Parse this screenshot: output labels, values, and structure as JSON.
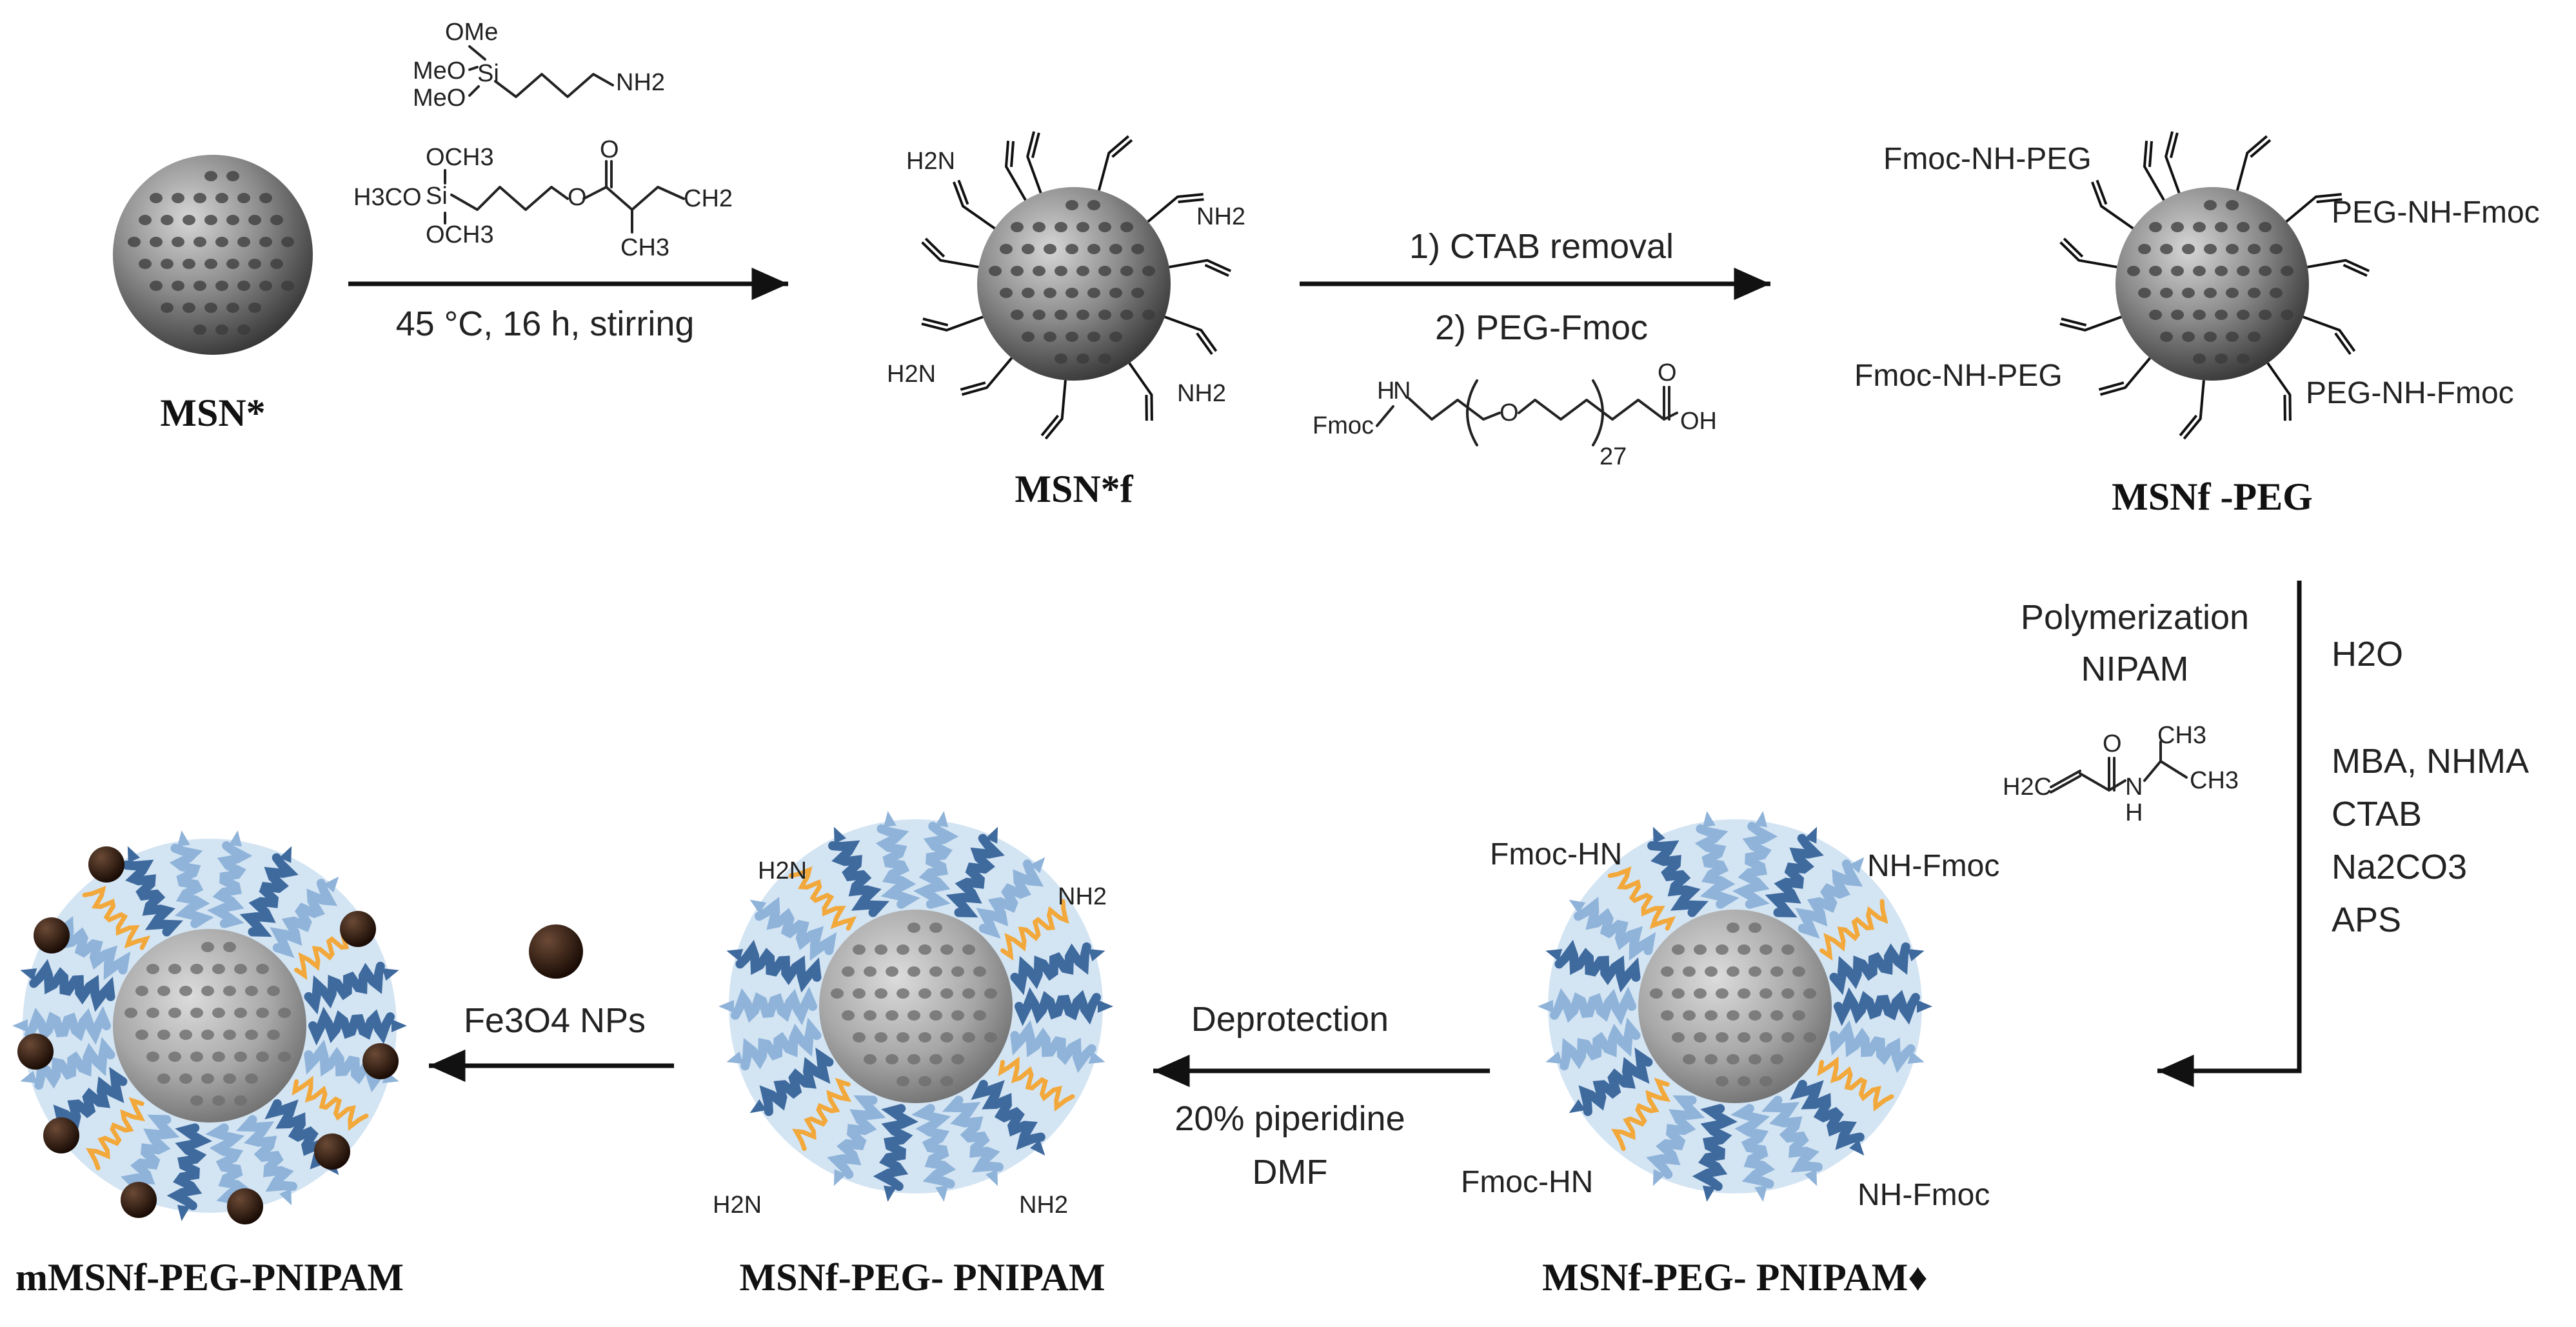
{
  "labels": {
    "msn": "MSN*",
    "msnf": "MSN*f",
    "msnf_peg": "MSNf -PEG",
    "msnf_peg_pnipam_prot": "MSNf-PEG- PNIPAM♦",
    "msnf_peg_pnipam": "MSNf-PEG- PNIPAM",
    "mmsnf_peg_pnipam": "mMSNf-PEG-PNIPAM"
  },
  "step1": {
    "condition": "45 °C, 16 h, stirring",
    "reagent1": {
      "ome_top": "OMe",
      "meo_mid": "MeO",
      "si": "Si",
      "meo_bot": "MeO",
      "nh2": "NH2"
    },
    "reagent2": {
      "och3_top": "OCH3",
      "h3co": "H3CO",
      "si": "Si",
      "och3_bot": "OCH3",
      "o_carbonyl": "O",
      "o_ester": "O",
      "ch2": "CH2",
      "ch3": "CH3"
    }
  },
  "step2": {
    "line1": "1) CTAB removal",
    "line2": "2) PEG-Fmoc",
    "peg": {
      "fmoc": "Fmoc",
      "n": "N",
      "h": "H",
      "o": "O",
      "sub": "27",
      "o_carbonyl": "O",
      "oh": "OH"
    }
  },
  "step3": {
    "polymerization": "Polymerization",
    "nipam": "NIPAM",
    "h2o": "H2O",
    "mba": "MBA, NHMA",
    "ctab": "CTAB",
    "na2co3": "Na2CO3",
    "aps": "APS",
    "nipam_struct": {
      "h2c": "H2C",
      "o": "O",
      "n": "N",
      "h": "H",
      "ch3_top": "CH3",
      "ch3_right": "CH3"
    }
  },
  "step4": {
    "line1": "Deprotection",
    "line2": "20% piperidine",
    "line3": "DMF"
  },
  "step5": {
    "line1": "Fe3O4 NPs"
  },
  "particle_labels": {
    "nh2": "NH2",
    "h2n": "H2N",
    "fmoc_nh_peg": "Fmoc-NH-PEG",
    "peg_nh_fmoc": "PEG-NH-Fmoc",
    "fmoc_hn": "Fmoc-HN",
    "nh_fmoc": "NH-Fmoc"
  },
  "colors": {
    "sphere_light": "#c9c9c9",
    "sphere_dark": "#3a3a3a",
    "shell": "#d3e4f3",
    "coil_light": "#8fb3d9",
    "coil_dark": "#3f6a9e",
    "peg_coil": "#f2a83a",
    "magnetite": "#2a1a10"
  }
}
